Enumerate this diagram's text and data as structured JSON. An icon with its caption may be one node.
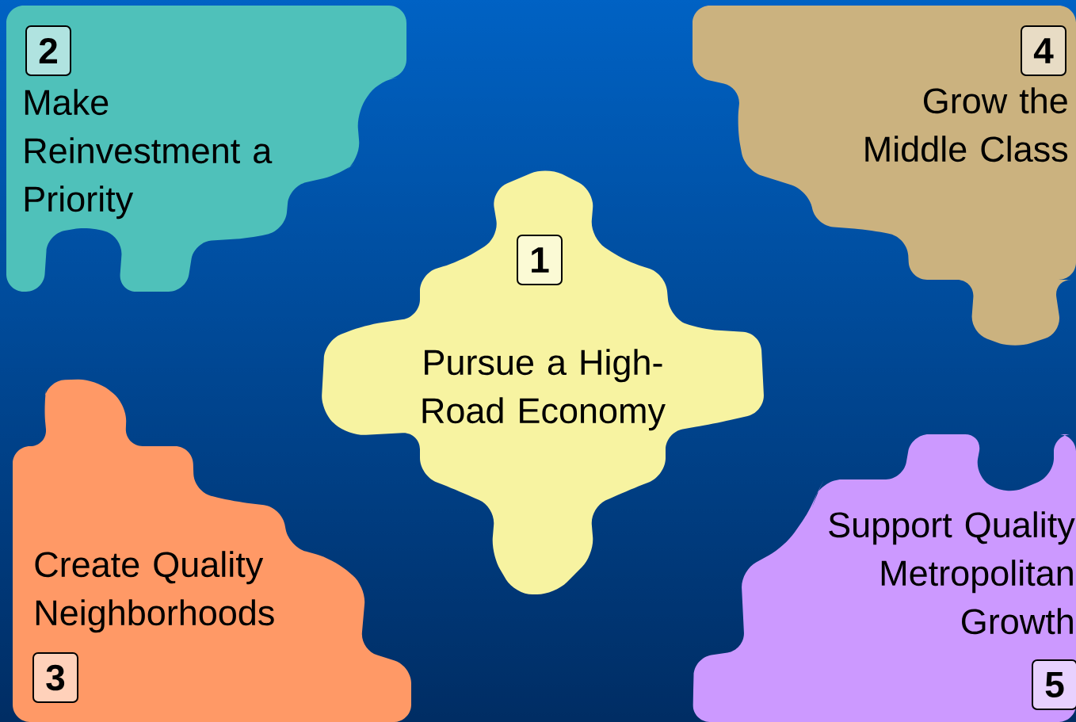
{
  "diagram": {
    "nodes": [
      {
        "text": [
          "Make Reinvestment a Priority"
        ]
      },
      {
        "text": [
          "2"
        ],
        "in": 0
      },
      {
        "text": [
          "Grow the Middle Class"
        ]
      },
      {
        "text": [
          "4"
        ],
        "in": 2
      },
      {
        "text": [
          "Pursue a High-Road Economy"
        ]
      },
      {
        "text": [
          "1"
        ],
        "in": 4
      },
      {
        "text": [
          "Create Quality Neighborhoods"
        ]
      },
      {
        "text": [
          "3"
        ],
        "in": 6
      },
      {
        "text": [
          "Support Quality Metropolitan Growth"
        ]
      },
      {
        "text": [
          "5"
        ],
        "in": 8
      }
    ]
  }
}
